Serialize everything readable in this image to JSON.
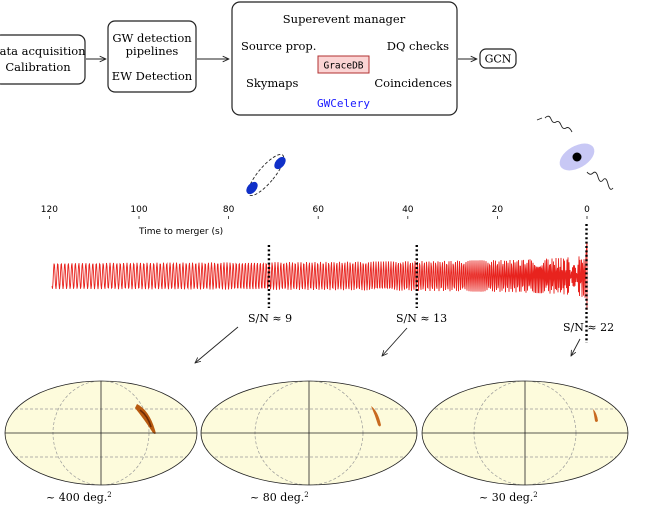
{
  "flow": {
    "data_acquisition": [
      "Data acquisition",
      "Calibration"
    ],
    "pipelines": [
      "GW detection",
      "pipelines",
      "EW Detection"
    ],
    "manager": {
      "title": "Superevent manager",
      "source": "Source prop.",
      "dq": "DQ checks",
      "skymaps": "Skymaps",
      "coincidences": "Coincidences",
      "gracedb": "GraceDB",
      "gwcelery": "GWCelery"
    },
    "gcn": "GCN"
  },
  "timeline": {
    "axis_label": "Time to merger (s)",
    "ticks": [
      120,
      100,
      80,
      60,
      40,
      20,
      0
    ],
    "markers": [
      {
        "time": 71,
        "label": "S/N ≈ 9"
      },
      {
        "time": 38,
        "label": "S/N ≈ 13"
      },
      {
        "time": 0,
        "label": "S/N ≈ 22"
      }
    ]
  },
  "skymaps": [
    {
      "area": "~ 400 deg.",
      "exp": "2"
    },
    {
      "area": "~ 80 deg.",
      "exp": "2"
    },
    {
      "area": "~ 30 deg.",
      "exp": "2"
    }
  ],
  "colors": {
    "wave": "#e8231e",
    "binary": "#1030c8",
    "gwcelery_text": "#1a1aff",
    "gracedb_fill": "#fbd4d4",
    "gracedb_stroke": "#b03030",
    "skymap_fill": "#fdfbdc",
    "skymap_blob": "#b85a10"
  }
}
